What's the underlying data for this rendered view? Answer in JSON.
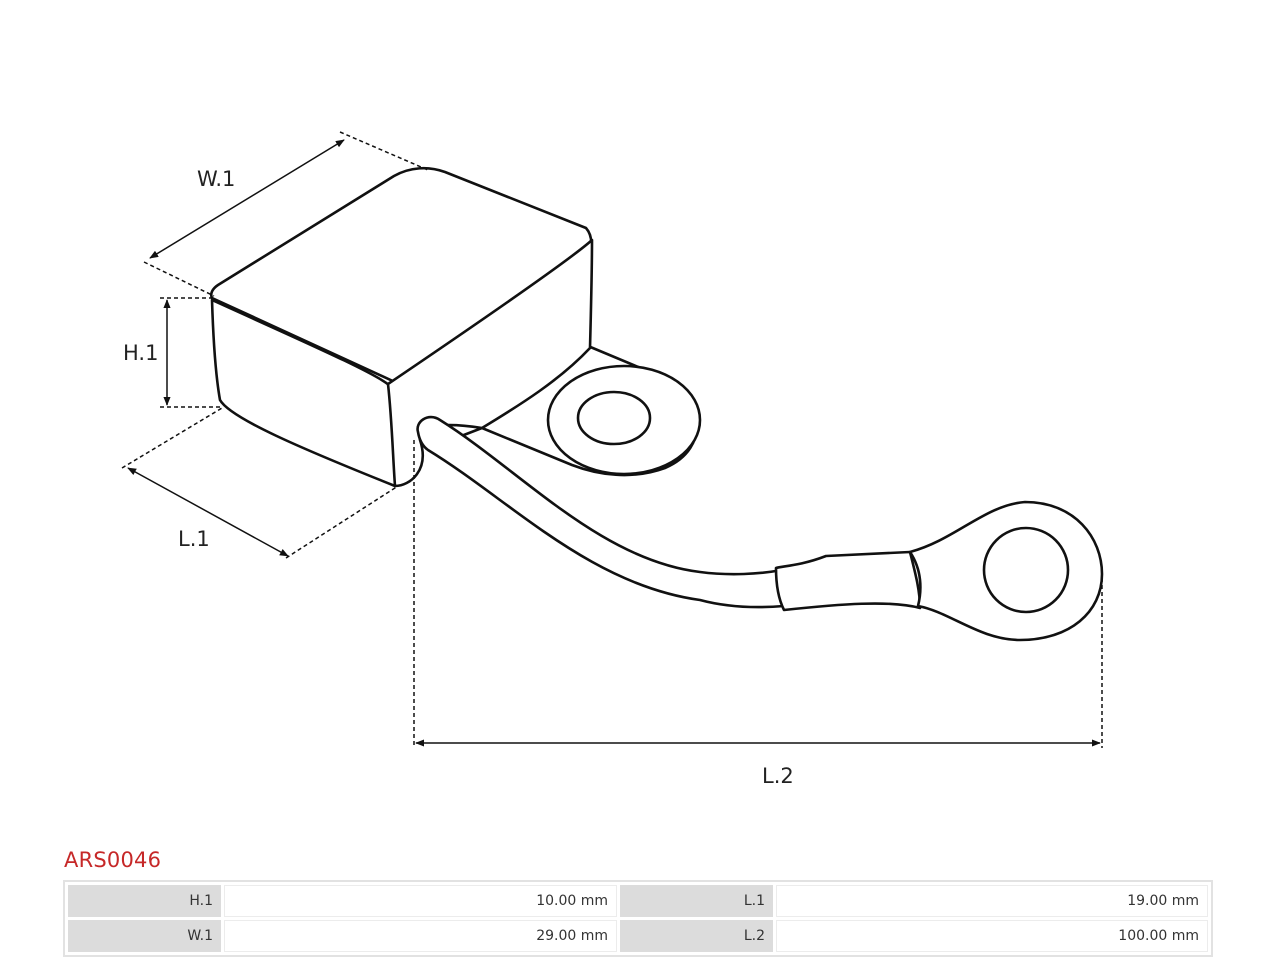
{
  "diagram": {
    "labels": {
      "w1": "W.1",
      "h1": "H.1",
      "l1": "L.1",
      "l2": "L.2"
    }
  },
  "part": {
    "code": "ARS0046",
    "code_color": "#c62828"
  },
  "specs": {
    "rows": [
      [
        {
          "key": "H.1",
          "value": "10.00 mm"
        },
        {
          "key": "L.1",
          "value": "19.00 mm"
        }
      ],
      [
        {
          "key": "W.1",
          "value": "29.00 mm"
        },
        {
          "key": "L.2",
          "value": "100.00 mm"
        }
      ]
    ]
  }
}
